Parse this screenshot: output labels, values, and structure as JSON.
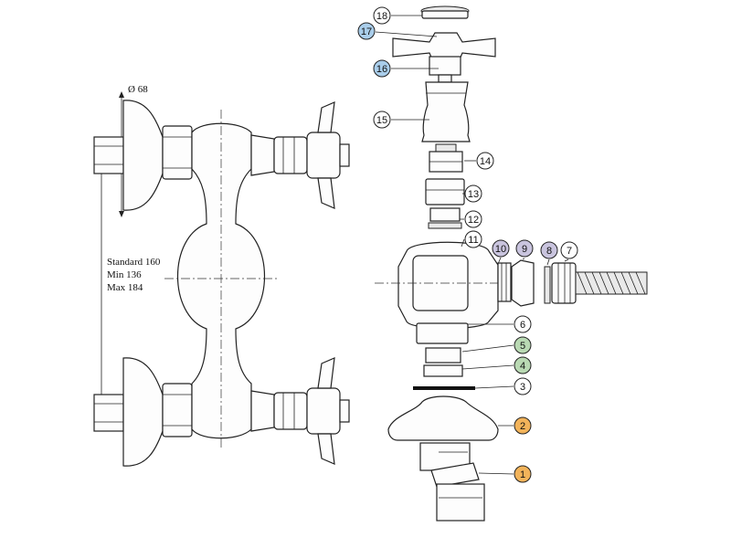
{
  "dimensions": {
    "diameter": "Ø 68",
    "standard": "Standard 160",
    "min": "Min 136",
    "max": "Max 184"
  },
  "colors": {
    "white": "#ffffff",
    "blue": "#a9cdea",
    "purple": "#c9c4de",
    "green": "#b9d9b3",
    "orange": "#f2b35a"
  },
  "callouts": [
    {
      "label": "18",
      "color": "white"
    },
    {
      "label": "17",
      "color": "blue"
    },
    {
      "label": "16",
      "color": "blue"
    },
    {
      "label": "15",
      "color": "white"
    },
    {
      "label": "14",
      "color": "white"
    },
    {
      "label": "13",
      "color": "white"
    },
    {
      "label": "12",
      "color": "white"
    },
    {
      "label": "11",
      "color": "white"
    },
    {
      "label": "10",
      "color": "purple"
    },
    {
      "label": "9",
      "color": "purple"
    },
    {
      "label": "8",
      "color": "purple"
    },
    {
      "label": "7",
      "color": "white"
    },
    {
      "label": "6",
      "color": "white"
    },
    {
      "label": "5",
      "color": "green"
    },
    {
      "label": "4",
      "color": "green"
    },
    {
      "label": "3",
      "color": "white"
    },
    {
      "label": "2",
      "color": "orange"
    },
    {
      "label": "1",
      "color": "orange"
    }
  ]
}
